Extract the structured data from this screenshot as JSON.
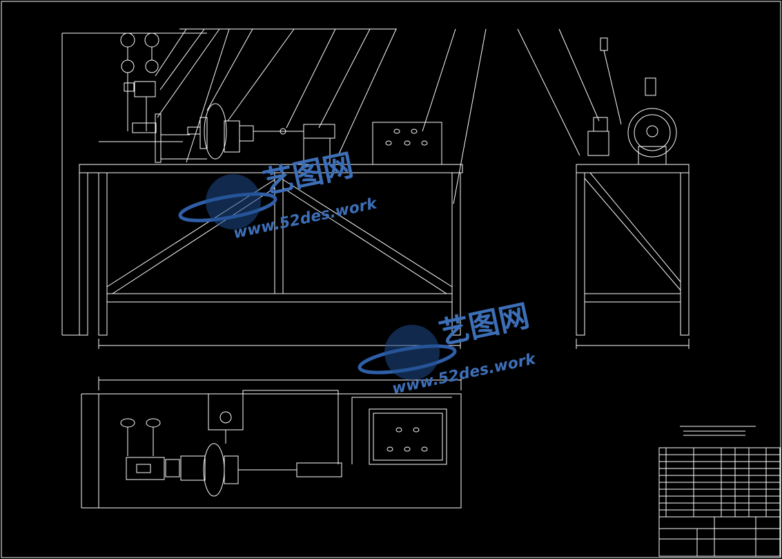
{
  "drawing": {
    "background": "#000000",
    "line_color": "#ffffff",
    "views": {
      "front": "front-elevation",
      "side": "side-elevation",
      "plan": "plan-view"
    }
  },
  "watermark": {
    "brand_cn": "艺图网",
    "site": "www.52des.work",
    "color": "#3d6fb8"
  },
  "title_block": {
    "present": true
  }
}
